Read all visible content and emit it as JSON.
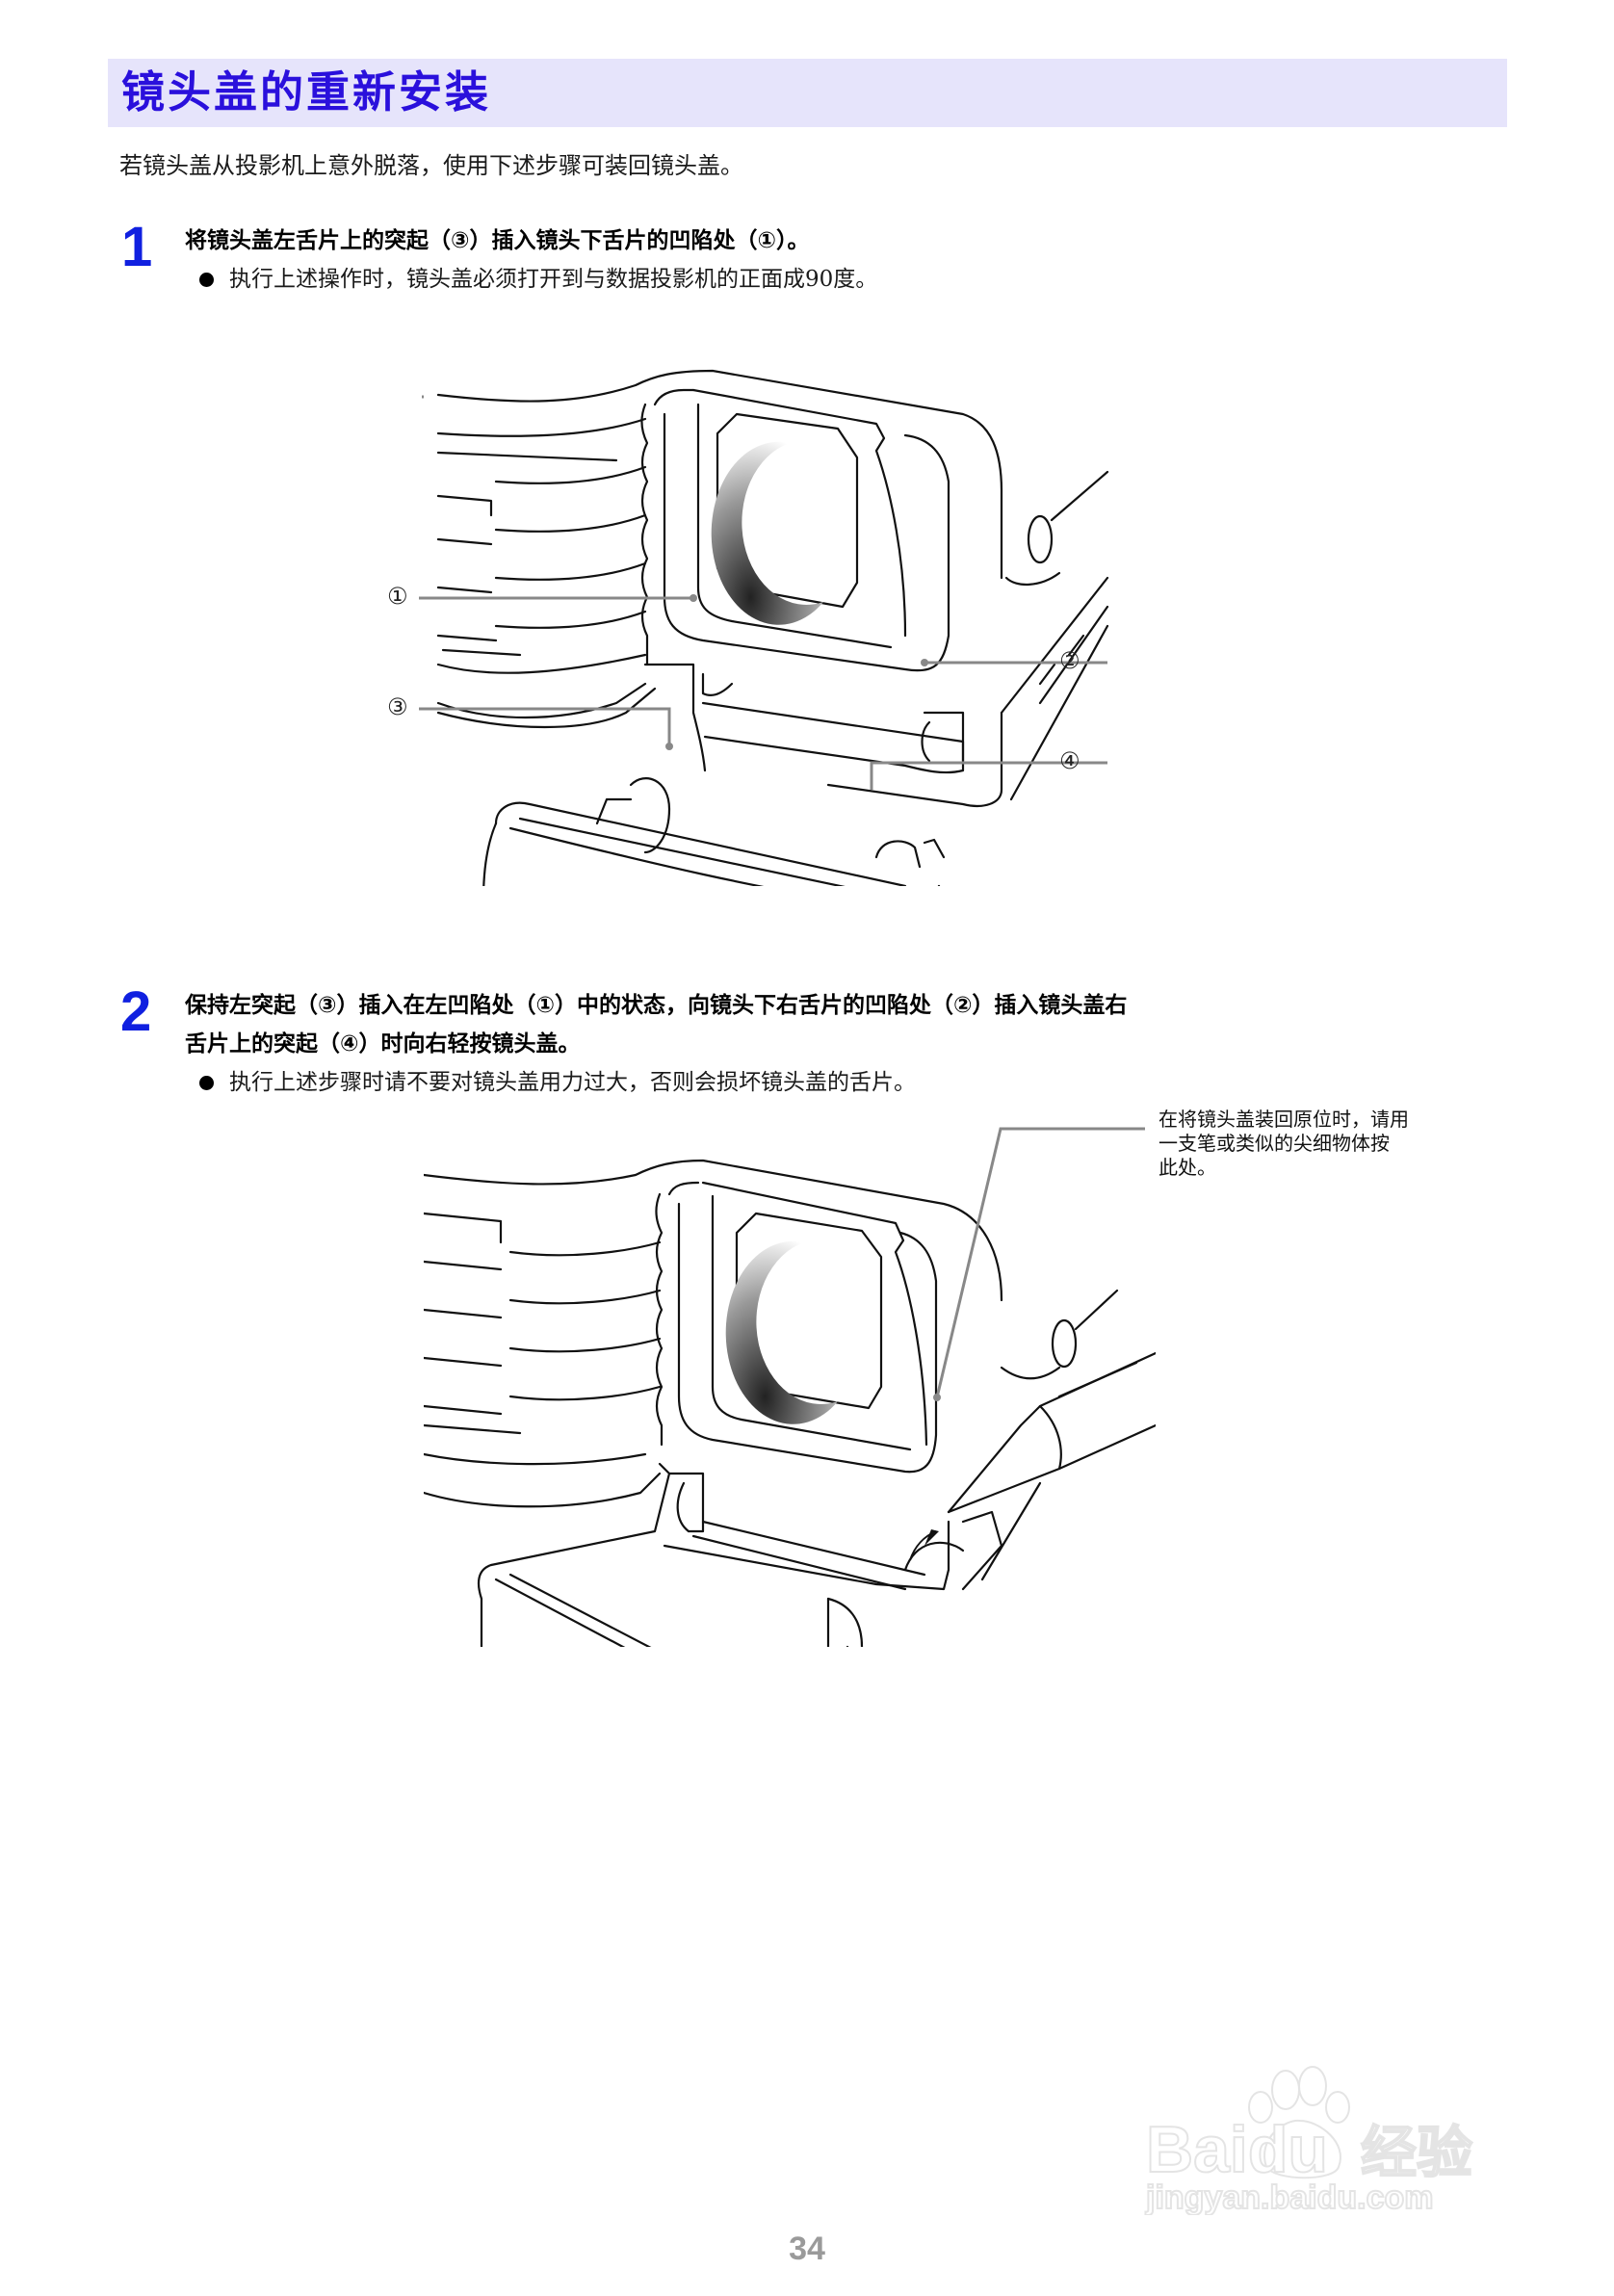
{
  "header": {
    "title": "镜头盖的重新安装",
    "background_color": "#e6e4fb",
    "title_color": "#2a10dc"
  },
  "intro": "若镜头盖从投影机上意外脱落，使用下述步骤可装回镜头盖。",
  "steps": [
    {
      "number": "1",
      "lines": [
        "将镜头盖左舌片上的突起（③）插入镜头下舌片的凹陷处（①）。"
      ],
      "bullets": [
        "执行上述操作时，镜头盖必须打开到与数据投影机的正面成90度。"
      ]
    },
    {
      "number": "2",
      "lines": [
        "保持左突起（③）插入在左凹陷处（①）中的状态，向镜头下右舌片的凹陷处（②）插入镜头盖右",
        "舌片上的突起（④）时向右轻按镜头盖。"
      ],
      "bullets": [
        "执行上述步骤时请不要对镜头盖用力过大，否则会损坏镜头盖的舌片。"
      ]
    }
  ],
  "figure1": {
    "callouts": [
      {
        "label": "①",
        "target": "recess-left"
      },
      {
        "label": "②",
        "target": "recess-right"
      },
      {
        "label": "③",
        "target": "protrusion-left"
      },
      {
        "label": "④",
        "target": "protrusion-right"
      }
    ]
  },
  "figure2": {
    "note_lines": [
      "在将镜头盖装回原位时，请用",
      "一支笔或类似的尖细物体按",
      "此处。"
    ]
  },
  "footer": {
    "page_number": "34"
  },
  "watermark": {
    "brand": "Baidu",
    "brand_cn": "经验",
    "url": "jingyan.baidu.com"
  },
  "colors": {
    "step_number": "#1020e0",
    "callout_line": "#888888",
    "page_number": "#9a9a9a"
  }
}
